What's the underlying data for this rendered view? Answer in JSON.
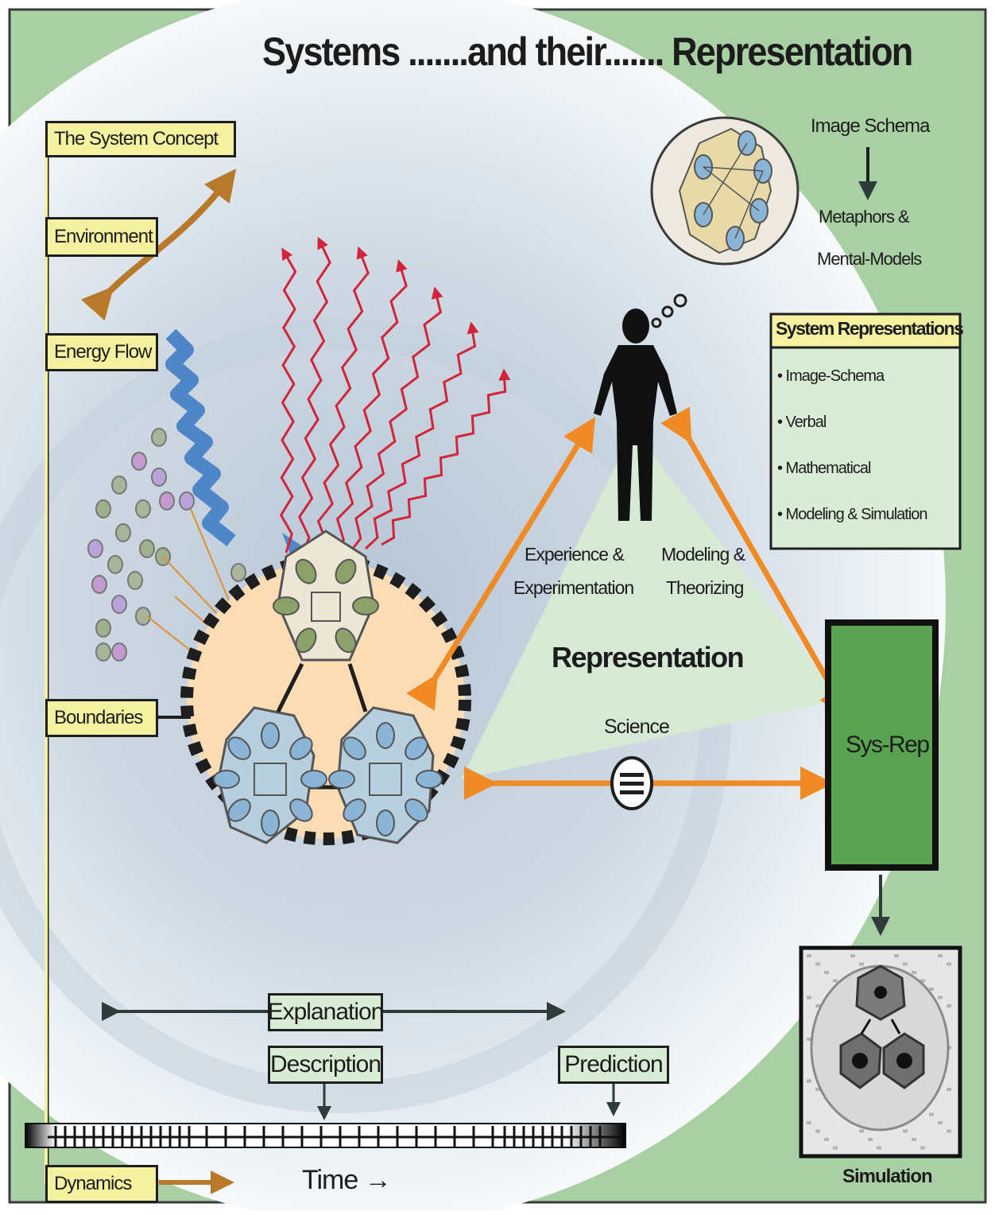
{
  "title": "Systems .......and their....... Representation",
  "concept_labels": {
    "system_concept": "The System Concept",
    "environment": "Environment",
    "energy_flow": "Energy Flow",
    "boundaries": "Boundaries",
    "dynamics": "Dynamics"
  },
  "thought_bubble": {
    "image_schema": "Image Schema",
    "metaphors_line1": "Metaphors &",
    "metaphors_line2": "Mental-Models"
  },
  "system_representations": {
    "heading": "System Representations",
    "items": [
      "• Image-Schema",
      "• Verbal",
      "• Mathematical",
      "• Modeling & Simulation"
    ]
  },
  "triangle": {
    "experience_line1": "Experience &",
    "experience_line2": "Experimentation",
    "modeling_line1": "Modeling &",
    "modeling_line2": "Theorizing",
    "representation": "Representation",
    "science": "Science"
  },
  "sys_rep": "Sys-Rep",
  "simulation": "Simulation",
  "timeline": {
    "explanation": "Explanation",
    "description": "Description",
    "prediction": "Prediction",
    "time": "Time →"
  },
  "colors": {
    "background_green": "#a9d0a4",
    "core_peach": "#fbdcb4",
    "label_yellow": "#f4f2a0",
    "arrow_orange": "#f08a24",
    "sysrep_green": "#5aa352",
    "energy_blue": "#4e86c8",
    "heat_red": "#d2243a"
  }
}
